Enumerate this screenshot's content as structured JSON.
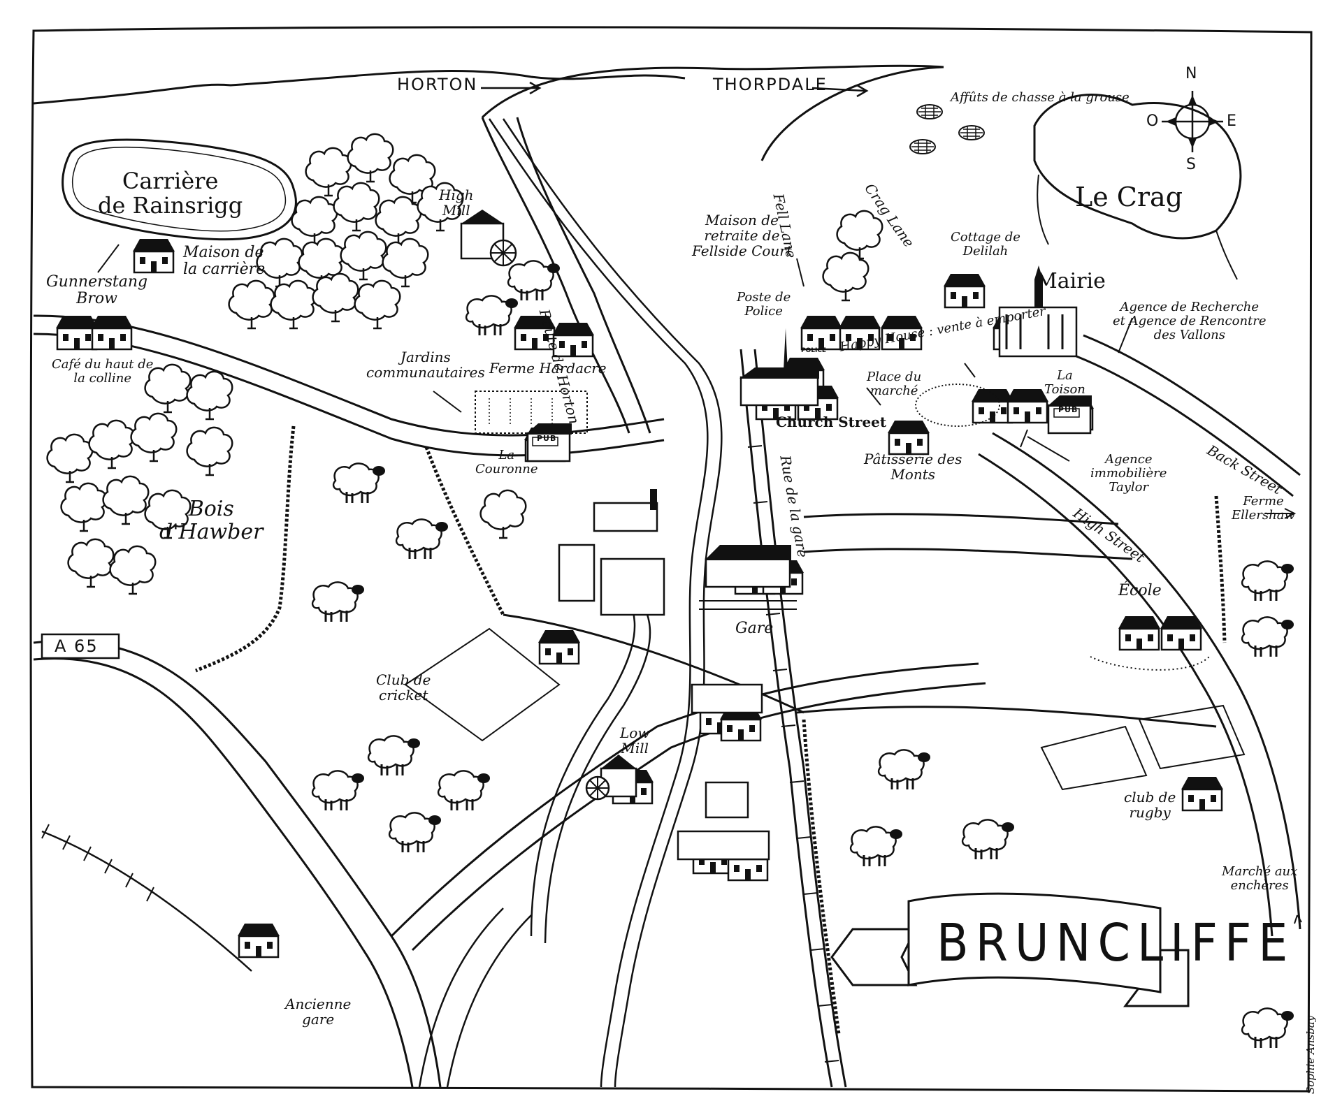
{
  "map": {
    "town": "BRUNCLIFFE",
    "destinations": {
      "horton": "HORTON",
      "thorpdale": "THORPDALE"
    },
    "compass": {
      "n": "N",
      "s": "S",
      "e": "E",
      "o": "O"
    },
    "roads": {
      "a65": "A 65",
      "route_horton": "Route de Horton",
      "fell_lane": "Fell Lane",
      "crag_lane": "Crag Lane",
      "church_street": "Church Street",
      "rue_gare": "Rue de la gare",
      "high_street": "High Street",
      "back_street": "Back Street"
    },
    "places": {
      "carriere_1": "Carrière",
      "carriere_2": "de Rainsrigg",
      "maison_carriere_1": "Maison de",
      "maison_carriere_2": "la carrière",
      "gunnerstang_1": "Gunnerstang",
      "gunnerstang_2": "Brow",
      "cafe_1": "Café du haut de",
      "cafe_2": "la colline",
      "high_mill_1": "High",
      "high_mill_2": "Mill",
      "jardins_1": "Jardins",
      "jardins_2": "communautaires",
      "ferme_hardacre": "Ferme Hardacre",
      "couronne_1": "La",
      "couronne_2": "Couronne",
      "bois_1": "Bois",
      "bois_2": "d'Hawber",
      "affuts": "Affûts de chasse à la grouse",
      "le_crag": "Le Crag",
      "maison_retraite_1": "Maison de",
      "maison_retraite_2": "retraite de",
      "maison_retraite_3": "Fellside Court",
      "cottage_1": "Cottage de",
      "cottage_2": "Delilah",
      "mairie": "Mairie",
      "poste_1": "Poste de",
      "poste_2": "Police",
      "happy_house": "Happy House : vente à emporter",
      "place_marche_1": "Place du",
      "place_marche_2": "marché",
      "agence_recherche_1": "Agence de Recherche",
      "agence_recherche_2": "et Agence de Rencontre",
      "agence_recherche_3": "des Vallons",
      "toison_1": "La",
      "toison_2": "Toison",
      "patisserie_1": "Pâtisserie des",
      "patisserie_2": "Monts",
      "agence_immo_1": "Agence",
      "agence_immo_2": "immobilière",
      "agence_immo_3": "Taylor",
      "ferme_ellershaw_1": "Ferme",
      "ferme_ellershaw_2": "Ellershaw",
      "gare": "Gare",
      "ecole": "École",
      "club_cricket_1": "Club de",
      "club_cricket_2": "cricket",
      "low_mill_1": "Low",
      "low_mill_2": "Mill",
      "club_rugby_1": "club de",
      "club_rugby_2": "rugby",
      "marche_encheres_1": "Marché aux",
      "marche_encheres_2": "enchères",
      "ancienne_gare_1": "Ancienne",
      "ancienne_gare_2": "gare"
    },
    "signs": {
      "pub": "PUB",
      "police": "POLICE"
    },
    "signature": "Sophie Ansbay"
  }
}
